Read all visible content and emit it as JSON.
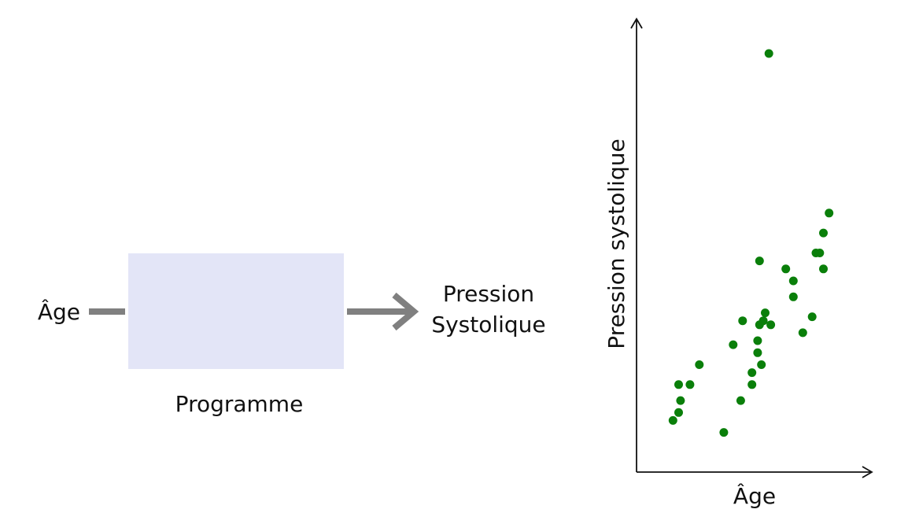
{
  "diagram": {
    "input_label": "Âge",
    "box_label": "Programme",
    "output_label_line1": "Pression",
    "output_label_line2": "Systolique",
    "box_color": "#e3e5f7",
    "connector_color": "#808080"
  },
  "chart_data": {
    "type": "scatter",
    "xlabel": "Âge",
    "ylabel": "Pression systolique",
    "color": "#0a7f0a",
    "xlim": [
      0,
      100
    ],
    "ylim": [
      0,
      100
    ],
    "points": [
      [
        6,
        8
      ],
      [
        9,
        10
      ],
      [
        10,
        13
      ],
      [
        9,
        17
      ],
      [
        15,
        17
      ],
      [
        20,
        22
      ],
      [
        33,
        5
      ],
      [
        42,
        13
      ],
      [
        48,
        17
      ],
      [
        48,
        20
      ],
      [
        53,
        22
      ],
      [
        38,
        27
      ],
      [
        43,
        33
      ],
      [
        51,
        25
      ],
      [
        51,
        28
      ],
      [
        52,
        32
      ],
      [
        54,
        33
      ],
      [
        55,
        35
      ],
      [
        58,
        32
      ],
      [
        52,
        48
      ],
      [
        66,
        46
      ],
      [
        70,
        43
      ],
      [
        70,
        39
      ],
      [
        75,
        30
      ],
      [
        80,
        34
      ],
      [
        82,
        50
      ],
      [
        84,
        50
      ],
      [
        86,
        46
      ],
      [
        86,
        55
      ],
      [
        89,
        60
      ],
      [
        57,
        100
      ]
    ]
  }
}
